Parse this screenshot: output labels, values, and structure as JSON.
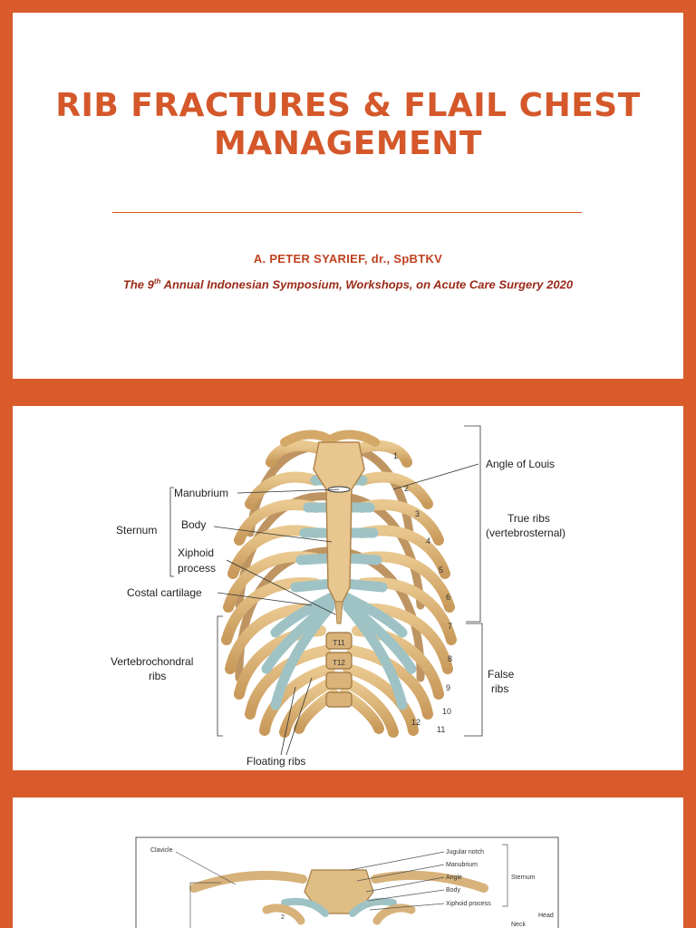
{
  "slide1": {
    "title_line1": "RIB FRACTURES & FLAIL CHEST",
    "title_line2": "MANAGEMENT",
    "author": "A. PETER SYARIEF, dr., SpBTKV",
    "event_prefix": "The 9",
    "event_sup": "th",
    "event_suffix": " Annual Indonesian Symposium, Workshops, on Acute Care Surgery 2020"
  },
  "slide2": {
    "labels": {
      "manubrium": "Manubrium",
      "sternum": "Sternum",
      "body": "Body",
      "xiphoid1": "Xiphoid",
      "xiphoid2": "process",
      "costal": "Costal cartilage",
      "vertebro1": "Vertebrochondral",
      "vertebro2": "ribs",
      "floating": "Floating ribs",
      "angle": "Angle of Louis",
      "true1": "True ribs",
      "true2": "(vertebrosternal)",
      "false1": "False",
      "false2": "ribs",
      "t11": "T11",
      "t12": "T12"
    },
    "rib_numbers": [
      "1",
      "2",
      "3",
      "4",
      "5",
      "6",
      "7",
      "8",
      "9",
      "10",
      "11",
      "12"
    ]
  },
  "slide3": {
    "labels": {
      "clavicle": "Clavicle",
      "jugular": "Jugular notch",
      "manubrium": "Manubrium",
      "angle": "Angle",
      "body": "Body",
      "xiphoid": "Xiphoid process",
      "sternum": "Sternum",
      "head": "Head",
      "neck": "Neck",
      "two": "2"
    }
  },
  "colors": {
    "background": "#d95a2b",
    "accent": "#d4582a",
    "bone": "#d9b37a",
    "cartilage": "#9fc3c4"
  }
}
